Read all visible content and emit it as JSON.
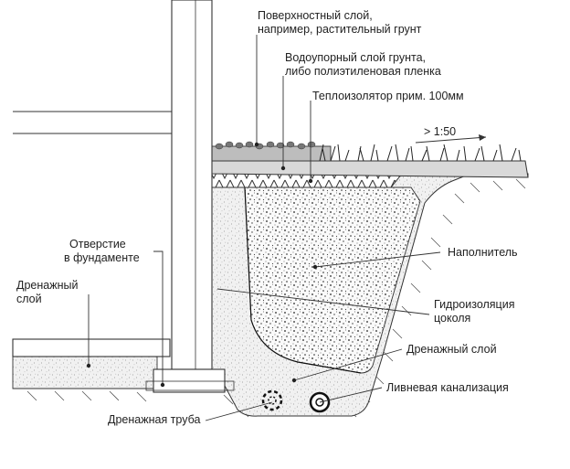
{
  "labels": {
    "surface_1": "Поверхностный слой,",
    "surface_2": "например, растительный грунт",
    "waterproof_1": "Водоупорный слой грунта,",
    "waterproof_2": "либо полиэтиленовая пленка",
    "insulation": "Теплоизолятор прим. 100мм",
    "slope": "> 1:50",
    "filler": "Наполнитель",
    "hydro_1": "Гидроизоляция",
    "hydro_2": "цоколя",
    "drain_layer_right": "Дренажный слой",
    "storm_sewer": "Ливневая канализация",
    "drain_pipe": "Дренажная труба",
    "opening_1": "Отверстие",
    "opening_2": "в фундаменте",
    "drain_layer_left_1": "Дренажный",
    "drain_layer_left_2": "слой"
  }
}
